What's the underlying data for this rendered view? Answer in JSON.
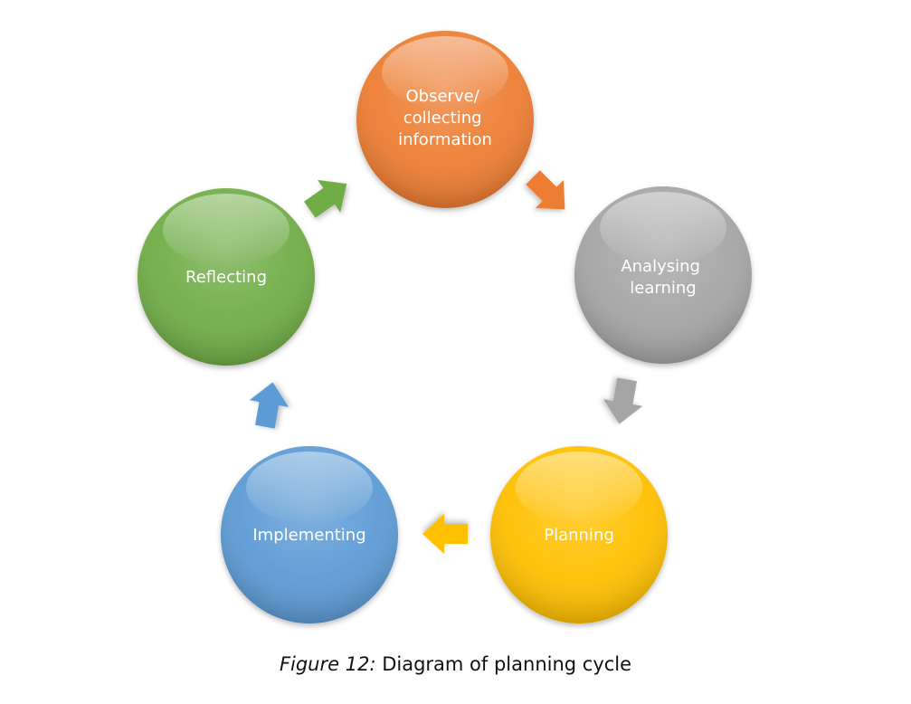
{
  "diagram": {
    "type": "cycle",
    "nodes": [
      {
        "id": "observe",
        "lines": [
          "Observe/",
          "collecting",
          "information"
        ],
        "color": "#ed7d31"
      },
      {
        "id": "analysing",
        "lines": [
          "Analysing",
          "learning"
        ],
        "color": "#a5a5a5"
      },
      {
        "id": "planning",
        "lines": [
          "Planning"
        ],
        "color": "#ffc000"
      },
      {
        "id": "implementing",
        "lines": [
          "Implementing"
        ],
        "color": "#5b9bd5"
      },
      {
        "id": "reflecting",
        "lines": [
          "Reflecting"
        ],
        "color": "#70ad47"
      }
    ],
    "arrow_colors": [
      "#ed7d31",
      "#a5a5a5",
      "#ffc000",
      "#5b9bd5",
      "#70ad47"
    ]
  },
  "caption": {
    "label": "Figure 12:",
    "text": "Diagram of planning cycle"
  }
}
